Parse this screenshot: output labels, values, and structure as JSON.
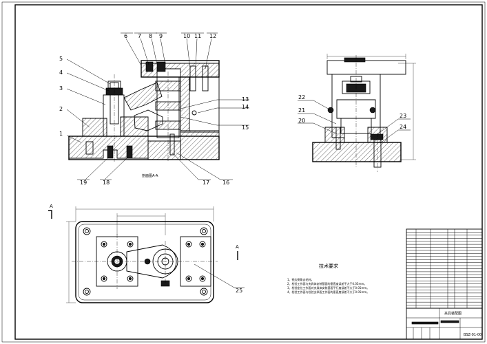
{
  "balloons": [
    "1",
    "2",
    "3",
    "4",
    "5",
    "6",
    "7",
    "8",
    "9",
    "10",
    "11",
    "12",
    "13",
    "14",
    "15",
    "16",
    "17",
    "18",
    "19",
    "20",
    "21",
    "22",
    "23",
    "24",
    "25"
  ],
  "section_label": "剖面图A-A",
  "view_marker_letter": "A",
  "tech_requirements": {
    "title": "技术要求",
    "items": [
      "1、锐边倒角去毛刺。",
      "2、检验工作面与夹具体安装基面的垂直度误差不大于0.05mm。",
      "3、检验定位工作面对夹具体安装基面平行度误差不大于0.05mm。",
      "4、检验工作面与检验支承面工作面的垂直度误差不大于0.05mm。"
    ]
  },
  "title_block": {
    "name": "夹具装配图",
    "drawing_no": "BSZ-01-00"
  },
  "colors": {
    "line": "#000000",
    "paper": "#ffffff"
  }
}
